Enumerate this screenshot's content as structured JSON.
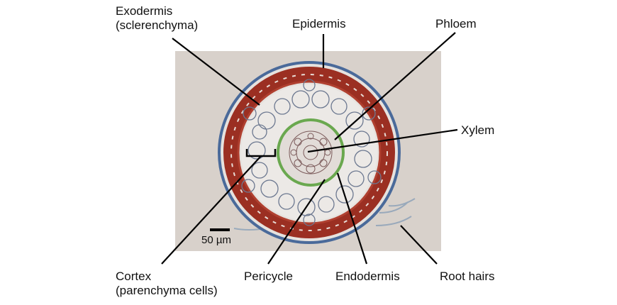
{
  "labels": {
    "exodermis_line1": "Exodermis",
    "exodermis_line2": "(sclerenchyma)",
    "epidermis": "Epidermis",
    "phloem": "Phloem",
    "xylem": "Xylem",
    "cortex_line1": "Cortex",
    "cortex_line2": "(parenchyma cells)",
    "pericycle": "Pericycle",
    "endodermis": "Endodermis",
    "root_hairs": "Root hairs"
  },
  "scale_bar": {
    "text": "50 µm"
  },
  "colors": {
    "background": "#d6cfc9",
    "exodermis": "#8e2a1d",
    "endodermis_ring": "#6aa84f",
    "cell_wall": "#5a6a8a",
    "leader_line": "#000000"
  }
}
